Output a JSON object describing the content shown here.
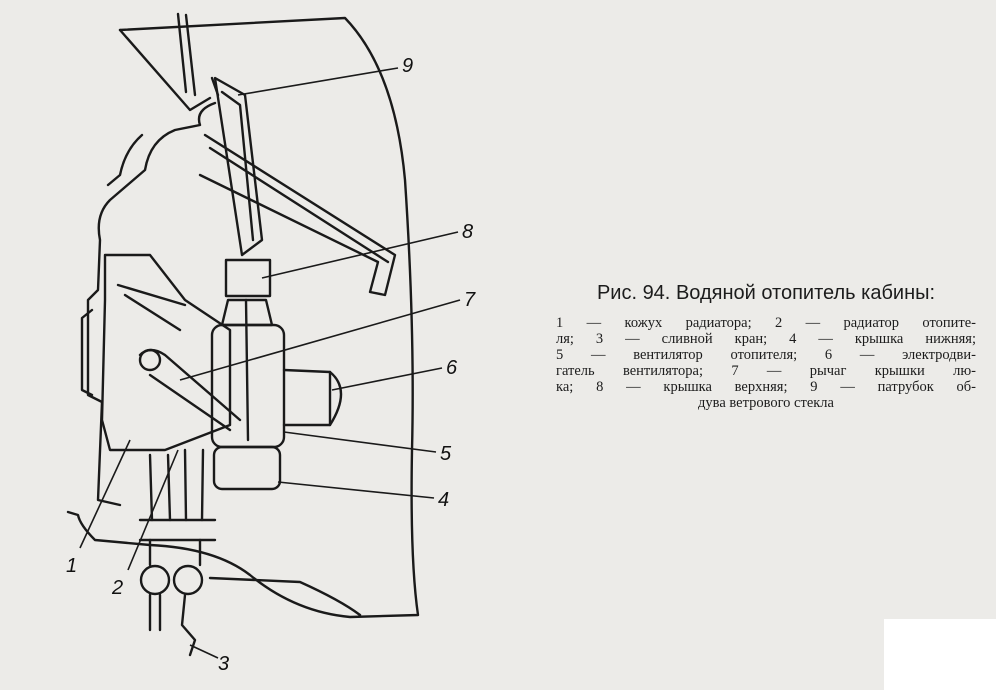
{
  "figure": {
    "callouts": [
      "1",
      "2",
      "3",
      "4",
      "5",
      "6",
      "7",
      "8",
      "9"
    ]
  },
  "caption": {
    "title_prefix": "Рис. 94.",
    "title_text": "Водяной отопитель кабины:",
    "lines": [
      "1 — кожух радиатора; 2 — радиатор отопите-",
      "ля; 3 — сливной кран; 4 — крышка нижняя;",
      "5 — вентилятор отопителя; 6 — электродви-",
      "гатель вентилятора; 7 — рычаг крышки лю-",
      "ка; 8 — крышка верхняя; 9 — патрубок об-",
      "дува ветрового стекла"
    ]
  }
}
